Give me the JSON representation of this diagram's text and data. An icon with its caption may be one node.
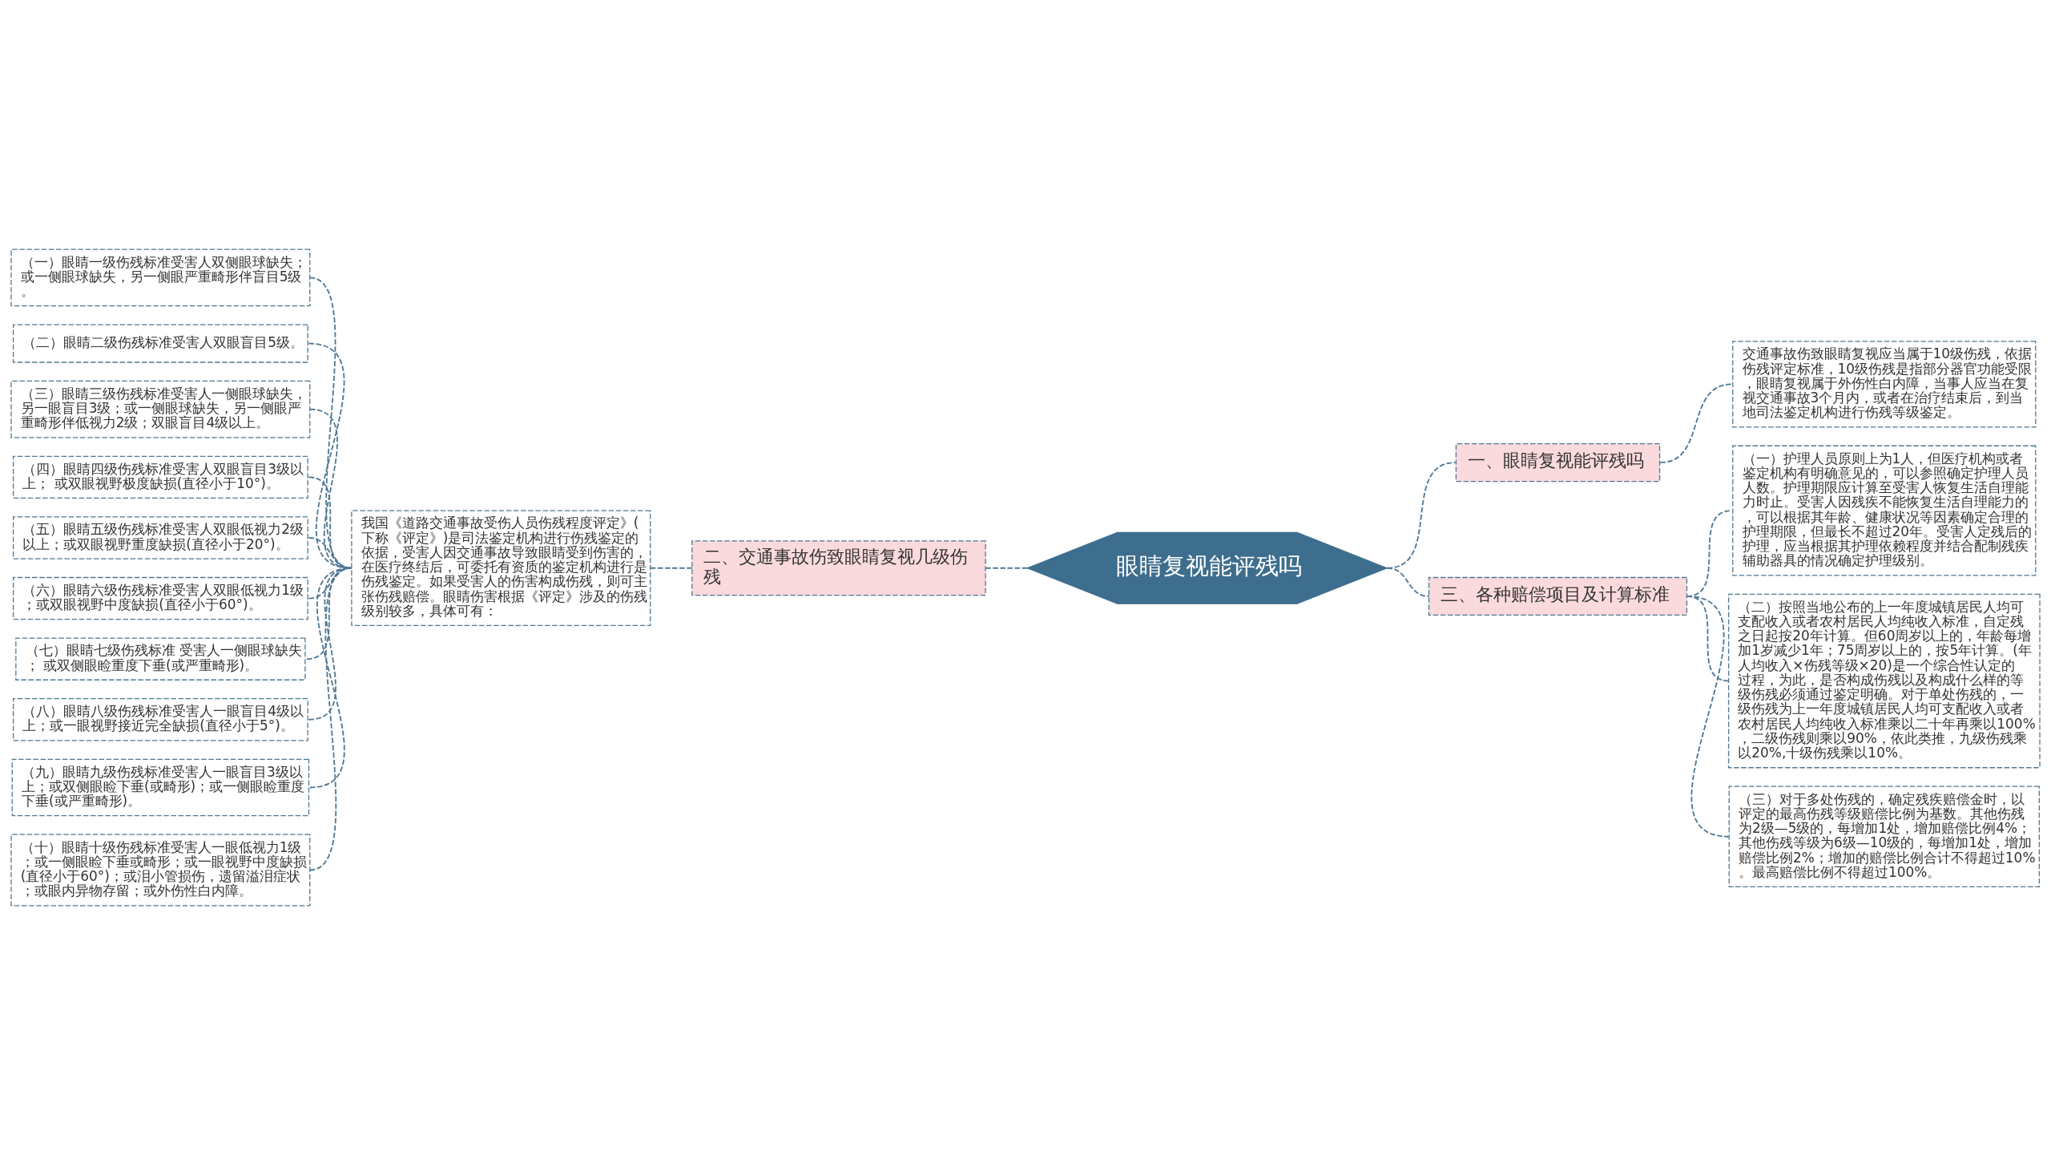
{
  "diagram": {
    "nodes": [
      {
        "text": [
          "眼睛复视能评残吗"
        ]
      },
      {
        "text": [
          "一、眼睛复视能评残吗"
        ]
      },
      {
        "text": [
          "交通事故伤致眼睛复视应当属于10级伤残，依据伤残评定标准，10级伤残是指部分器官功能受限，眼睛复视属于外伤性白内障，当事人应当在复视交通事故3个月内，或者在治疗结束后，到当地司法鉴定机构进行伤残等级鉴定。"
        ]
      },
      {
        "text": [
          "二、交通事故伤致眼睛复视几级伤残"
        ]
      },
      {
        "text": [
          "我国《道路交通事故受伤人员伤残程度评定》(下称《评定》)是司法鉴定机构进行伤残鉴定的依据，受害人因交通事故导致眼睛受到伤害的，在医疗终结后，可委托有资质的鉴定机构进行是伤残鉴定。如果受害人的伤害构成伤残，则可主张伤残赔偿。眼睛伤害根据《评定》涉及的伤残级别较多，具体可有："
        ]
      },
      {
        "text": [
          "（一）眼睛一级伤残标准受害人双侧眼球缺失；或一侧眼球缺失，另一侧眼严重畸形伴盲目5级。"
        ]
      },
      {
        "text": [
          "（二）眼睛二级伤残标准受害人双眼盲目5级。"
        ]
      },
      {
        "text": [
          "（三）眼睛三级伤残标准受害人一侧眼球缺失，另一眼盲目3级；或一侧眼球缺失，另一侧眼严重畸形伴低视力2级；双眼盲目4级以上。"
        ]
      },
      {
        "text": [
          "（四）眼睛四级伤残标准受害人双眼盲目3级以上； 或双眼视野极度缺损(直径小于10°)。"
        ]
      },
      {
        "text": [
          "（五）眼睛五级伤残标准受害人双眼低视力2级以上；或双眼视野重度缺损(直径小于20°)。"
        ]
      },
      {
        "text": [
          "（六）眼睛六级伤残标准受害人双眼低视力1级；或双眼视野中度缺损(直径小于60°)。"
        ]
      },
      {
        "text": [
          "（七）眼睛七级伤残标准 受害人一侧眼球缺失； 或双侧眼睑重度下垂(或严重畸形)。"
        ]
      },
      {
        "text": [
          "（八）眼睛八级伤残标准受害人一眼盲目4级以上；或一眼视野接近完全缺损(直径小于5°)。"
        ]
      },
      {
        "text": [
          "（九）眼睛九级伤残标准受害人一眼盲目3级以上；或双侧眼睑下垂(或畸形)；或一侧眼睑重度下垂(或严重畸形)。"
        ]
      },
      {
        "text": [
          "（十）眼睛十级伤残标准受害人一眼低视力1级；或一侧眼睑下垂或畸形；或一眼视野中度缺损(直径小于60°)；或泪小管损伤，遗留溢泪症状；或眼内异物存留；或外伤性白内障。"
        ]
      },
      {
        "text": [
          "三、各种赔偿项目及计算标准"
        ]
      },
      {
        "text": [
          "（一）护理人员原则上为1人，但医疗机构或者鉴定机构有明确意见的，可以参照确定护理人员人数。护理期限应计算至受害人恢复生活自理能力时止。受害人因残疾不能恢复生活自理能力的，可以根据其年龄、健康状况等因素确定合理的护理期限，但最长不超过20年。受害人定残后的护理，应当根据其护理依赖程度并结合配制残疾辅助器具的情况确定护理级别。"
        ]
      },
      {
        "text": [
          "（二）按照当地公布的上一年度城镇居民人均可支配收入或者农村居民人均纯收入标准，自定残之日起按20年计算。但60周岁以上的，年龄每增加1岁减少1年；75周岁以上的，按5年计算。(年人均收入×伤残等级×20)是一个综合性认定的过程，为此，是否构成伤残以及构成什么样的等级伤残必须通过鉴定明确。对于单处伤残的，一级伤残为上一年度城镇居民人均可支配收入或者农村居民人均纯收入标准乘以二十年再乘以100%，二级伤残则乘以90%，依此类推，九级伤残乘以20%,十级伤残乘以10%。"
        ]
      },
      {
        "text": [
          "（三）对于多处伤残的，确定残疾赔偿金时，以评定的最高伤残等级赔偿比例为基数。其他伤残为2级—5级的，每增加1处，增加赔偿比例4%；其他伤残等级为6级—10级的，每增加1处，增加赔偿比例2%；增加的赔偿比例合计不得超过10%。最高赔偿比例不得超过100%。"
        ]
      }
    ],
    "edges": [
      {
        "from": 0,
        "to": 1,
        "arrow": "none",
        "style": "dashed"
      },
      {
        "from": 1,
        "to": 2,
        "arrow": "none",
        "style": "dashed"
      },
      {
        "from": 0,
        "to": 3,
        "arrow": "none",
        "style": "dashed"
      },
      {
        "from": 3,
        "to": 4,
        "arrow": "none",
        "style": "dashed"
      },
      {
        "from": 4,
        "to": 5,
        "arrow": "none",
        "style": "dashed"
      },
      {
        "from": 4,
        "to": 6,
        "arrow": "none",
        "style": "dashed"
      },
      {
        "from": 4,
        "to": 7,
        "arrow": "none",
        "style": "dashed"
      },
      {
        "from": 4,
        "to": 8,
        "arrow": "none",
        "style": "dashed"
      },
      {
        "from": 4,
        "to": 9,
        "arrow": "none",
        "style": "dashed"
      },
      {
        "from": 4,
        "to": 10,
        "arrow": "none",
        "style": "dashed"
      },
      {
        "from": 4,
        "to": 11,
        "arrow": "none",
        "style": "dashed"
      },
      {
        "from": 4,
        "to": 12,
        "arrow": "none",
        "style": "dashed"
      },
      {
        "from": 4,
        "to": 13,
        "arrow": "none",
        "style": "dashed"
      },
      {
        "from": 4,
        "to": 14,
        "arrow": "none",
        "style": "dashed"
      },
      {
        "from": 0,
        "to": 15,
        "arrow": "none",
        "style": "dashed"
      },
      {
        "from": 15,
        "to": 16,
        "arrow": "none",
        "style": "dashed"
      },
      {
        "from": 15,
        "to": 17,
        "arrow": "none",
        "style": "dashed"
      },
      {
        "from": 15,
        "to": 18,
        "arrow": "none",
        "style": "dashed"
      }
    ]
  }
}
